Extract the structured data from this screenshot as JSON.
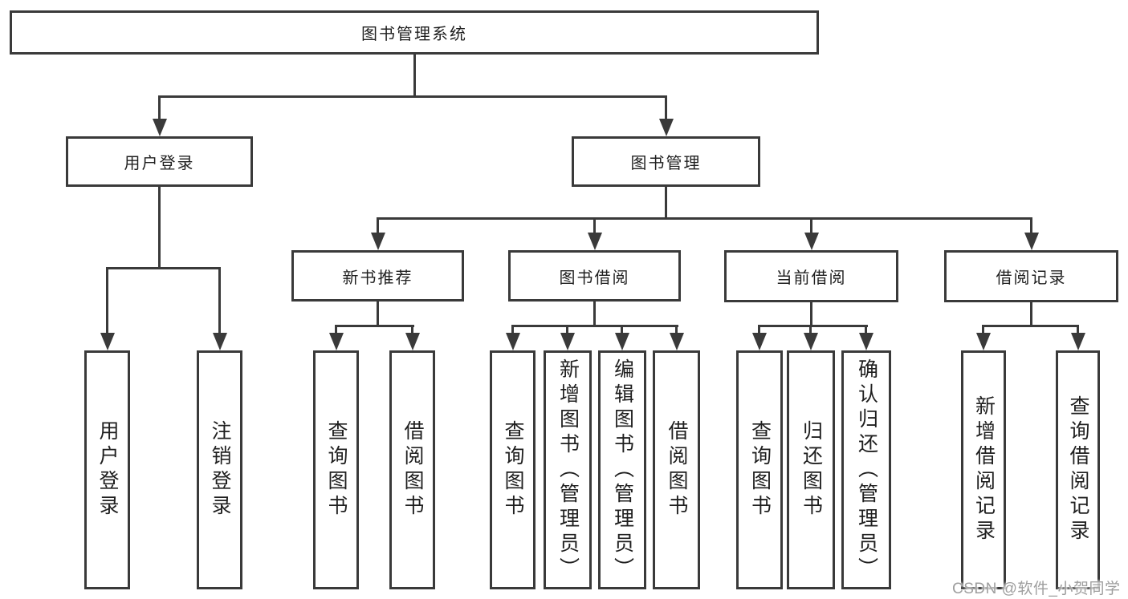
{
  "diagram": {
    "type": "hierarchy-tree",
    "root": {
      "label": "图书管理系统"
    },
    "branches": [
      {
        "label": "用户登录",
        "children": [
          {
            "label": "用户登录"
          },
          {
            "label": "注销登录"
          }
        ]
      },
      {
        "label": "图书管理",
        "children": [
          {
            "label": "新书推荐",
            "children": [
              {
                "label": "查询图书"
              },
              {
                "label": "借阅图书"
              }
            ]
          },
          {
            "label": "图书借阅",
            "children": [
              {
                "label": "查询图书"
              },
              {
                "label": "新增图书（管理员）"
              },
              {
                "label": "编辑图书（管理员）"
              },
              {
                "label": "借阅图书"
              }
            ]
          },
          {
            "label": "当前借阅",
            "children": [
              {
                "label": "查询图书"
              },
              {
                "label": "归还图书"
              },
              {
                "label": "确认归还（管理员）"
              }
            ]
          },
          {
            "label": "借阅记录",
            "children": [
              {
                "label": "新增借阅记录"
              },
              {
                "label": "查询借阅记录"
              }
            ]
          }
        ]
      }
    ]
  },
  "watermark": {
    "text": "CSDN @软件_小贺同学"
  },
  "colors": {
    "line": "#3a3a3a",
    "text": "#1f1f1f",
    "watermark": "#9e9e9e",
    "background": "#ffffff"
  }
}
